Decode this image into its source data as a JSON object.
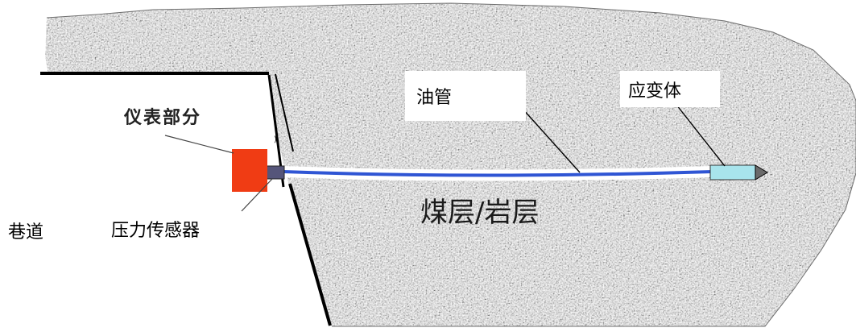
{
  "labels": {
    "instrument": "仪表部分",
    "tunnel": "巷道",
    "pressure_sensor": "压力传感器",
    "oil_pipe": "油管",
    "strain_body": "应变体",
    "strata": "煤层/岩层"
  },
  "colors": {
    "rock": "#8a8a8a",
    "instrument_box": "#f03c14",
    "sensor": "#55557a",
    "pipe_outer": "#ffffff",
    "pipe_inner": "#2f55d4",
    "strain_body": "#a8e4ec",
    "wall_line": "#000000"
  },
  "icons": {
    "instrument_box": "red-square",
    "pressure_sensor": "small-dark-block",
    "strain_body": "cyan-probe-tip"
  }
}
